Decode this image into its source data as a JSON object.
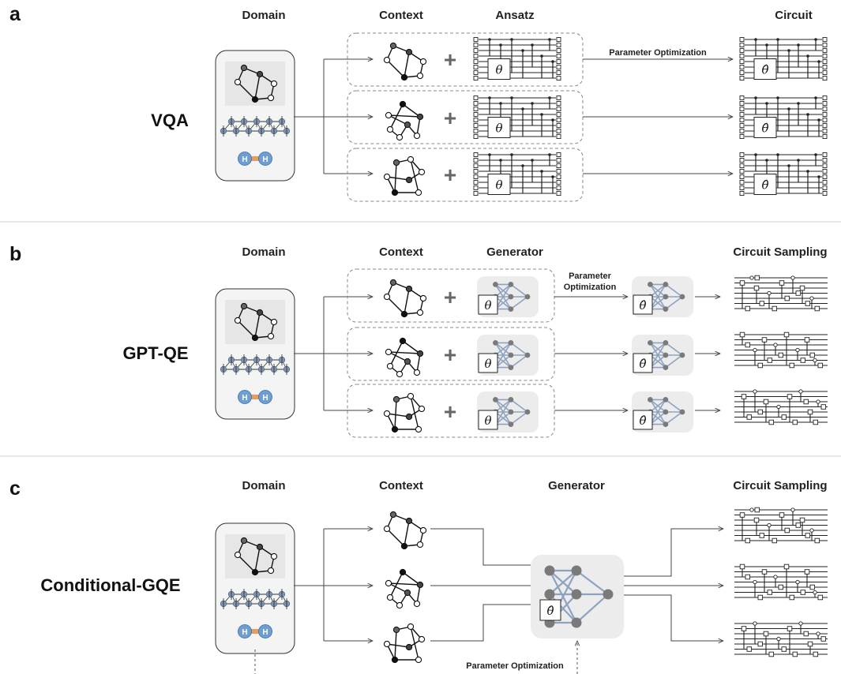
{
  "colors": {
    "arrow": "#444444",
    "domain_box_fill": "#f4f4f4",
    "network_edge": "#8fa3c0",
    "network_node": "#7a7a7a",
    "generator_bg": "#ececec",
    "hamiltonian_bg": "#e6e6e6",
    "lattice_node": "#7f94b5",
    "molecule_atom": "#6f9fd2",
    "molecule_bond": "#e99b5a"
  },
  "panel_a": {
    "label": "a",
    "method": "VQA",
    "headers": {
      "domain": "Domain",
      "context": "Context",
      "ansatz": "Ansatz",
      "circuit": "Circuit"
    },
    "optimization_label": "Parameter Optimization",
    "theta": "θ",
    "theta_hat": "θ̂"
  },
  "panel_b": {
    "label": "b",
    "method": "GPT-QE",
    "headers": {
      "domain": "Domain",
      "context": "Context",
      "generator": "Generator",
      "sampling": "Circuit Sampling"
    },
    "optimization_label_1": "Parameter",
    "optimization_label_2": "Optimization",
    "theta": "θ",
    "theta_hat": "θ̂"
  },
  "panel_c": {
    "label": "c",
    "method": "Conditional-GQE",
    "headers": {
      "domain": "Domain",
      "context": "Context",
      "generator": "Generator",
      "sampling": "Circuit Sampling"
    },
    "optimization_label": "Parameter Optimization",
    "theta_hat": "θ̂"
  },
  "plus_sign": "+",
  "molecule_atom_label": "H"
}
